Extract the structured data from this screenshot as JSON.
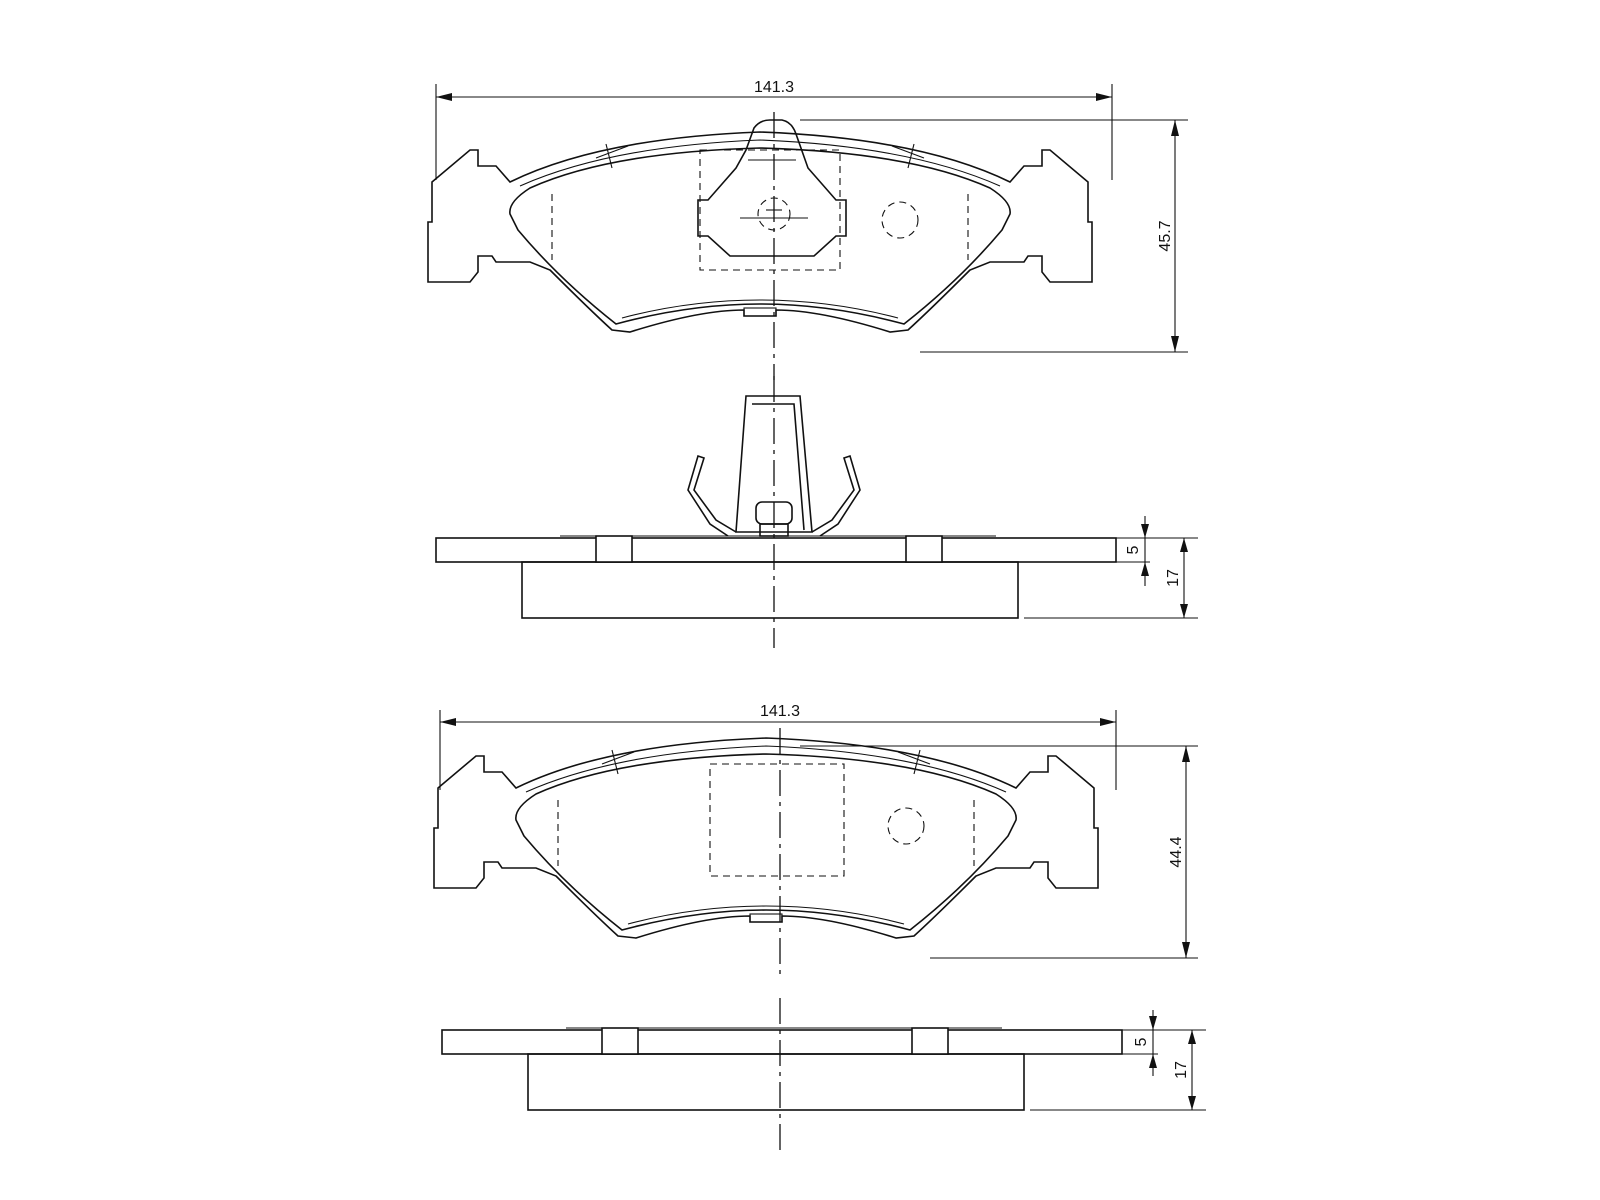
{
  "views": {
    "top_plan": {
      "width_label": "141.3",
      "height_label": "45.7"
    },
    "top_side": {
      "plate_label": "5",
      "total_label": "17"
    },
    "bottom_plan": {
      "width_label": "141.3",
      "height_label": "44.4"
    },
    "bottom_side": {
      "plate_label": "5",
      "total_label": "17"
    }
  }
}
